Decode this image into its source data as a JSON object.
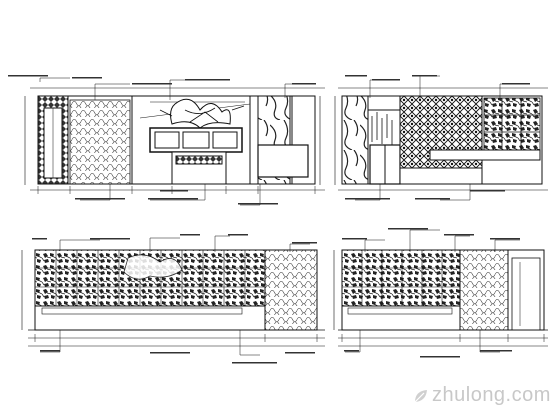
{
  "watermark": {
    "text": "zhulong.com",
    "icon": "zhulong-leaf-icon"
  },
  "palette": {
    "ink": "#111111",
    "dim": "#444444",
    "paper": "#ffffff"
  },
  "drawings": [
    {
      "id": "elev-a",
      "caption": ""
    },
    {
      "id": "elev-b",
      "caption": ""
    },
    {
      "id": "elev-c",
      "caption": ""
    },
    {
      "id": "elev-d",
      "caption": ""
    }
  ]
}
